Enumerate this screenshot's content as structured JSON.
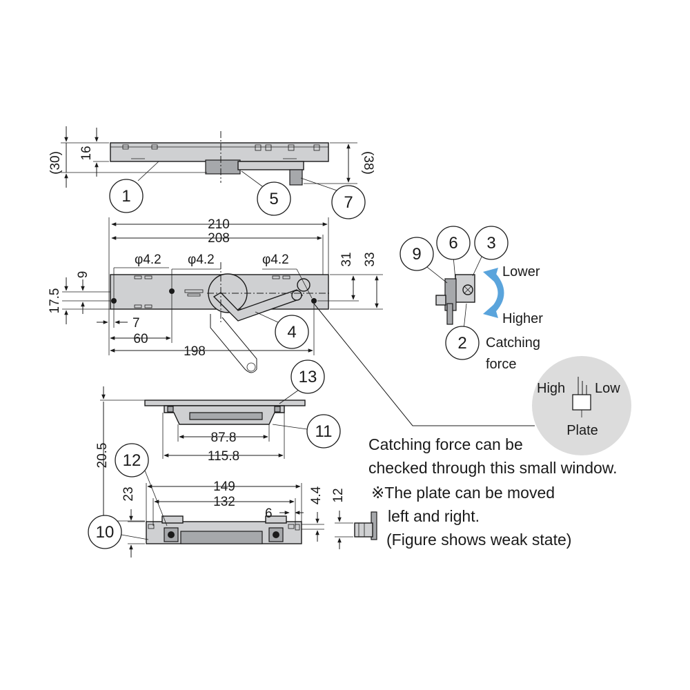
{
  "dimensions": {
    "d30": "(30)",
    "d16": "16",
    "d38": "(38)",
    "d210": "210",
    "d208": "208",
    "phi1": "φ4.2",
    "phi2": "φ4.2",
    "phi3": "φ4.2",
    "d31": "31",
    "d33": "33",
    "d9": "9",
    "d17_5": "17.5",
    "d7": "7",
    "d60": "60",
    "d198": "198",
    "d87_8": "87.8",
    "d115_8": "115.8",
    "d20_5": "20.5",
    "d149": "149",
    "d132": "132",
    "d23": "23",
    "d6": "6",
    "d4_4": "4.4",
    "d12": "12"
  },
  "callouts": {
    "c1": "1",
    "c2": "2",
    "c3": "3",
    "c4": "4",
    "c5": "5",
    "c6": "6",
    "c7": "7",
    "c9": "9",
    "c10": "10",
    "c11": "11",
    "c12": "12",
    "c13": "13"
  },
  "labels": {
    "lower": "Lower",
    "higher": "Higher",
    "catching": "Catching",
    "force": "force",
    "high": "High",
    "low": "Low",
    "plate": "Plate",
    "note1": "Catching force can be",
    "note2": "checked through this small window.",
    "note3": "※The plate can be moved",
    "note4": "left and right.",
    "note5": "(Figure shows weak state)"
  },
  "colors": {
    "arrow_blue": "#5aa4dc",
    "part_gray": "#cfd0d2"
  }
}
